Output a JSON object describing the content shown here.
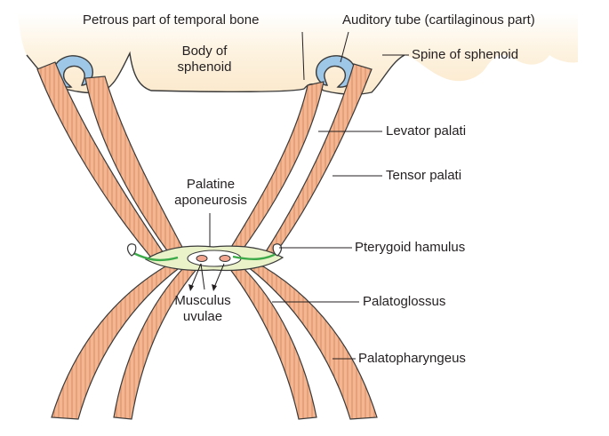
{
  "labels": {
    "petrous": "Petrous part of temporal bone",
    "auditory_tube": "Auditory tube (cartilaginous part)",
    "spine": "Spine of sphenoid",
    "body_line1": "Body of",
    "body_line2": "sphenoid",
    "levator": "Levator palati",
    "tensor": "Tensor palati",
    "palatine_line1": "Palatine",
    "palatine_line2": "aponeurosis",
    "hamulus": "Pterygoid hamulus",
    "palatoglossus": "Palatoglossus",
    "musculus_line1": "Musculus",
    "musculus_line2": "uvulae",
    "palatopharyngeus": "Palatopharyngeus"
  },
  "colors": {
    "bone": "#fdf3e1",
    "bone_outline": "#3a3a3a",
    "muscle": "#f3b690",
    "muscle_stripe": "#d9875e",
    "aponeurosis": "#e9f2c8",
    "hamulus_band": "#3daa4a",
    "cartilage": "#9ec6e6",
    "uvula": "#f2a58f",
    "leader": "#231f20"
  }
}
